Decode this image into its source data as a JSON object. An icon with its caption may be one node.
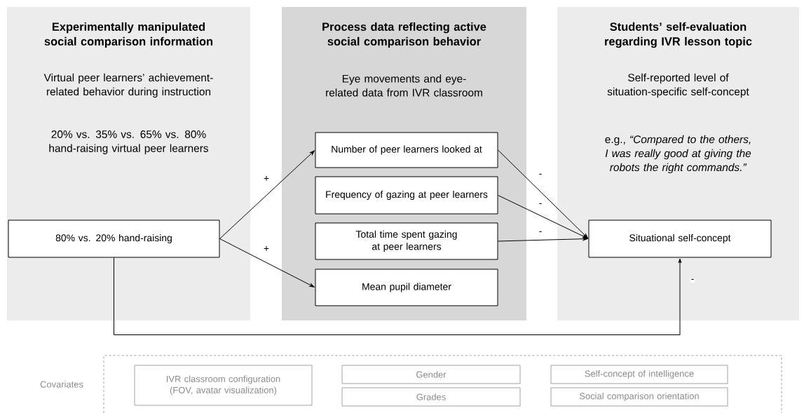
{
  "diagram": {
    "nodes": [
      {
        "text": [
          "Experimentally manipulated social comparison information",
          "Virtual peer learners’ achievement-related behavior during instruction",
          "20% vs. 35% vs. 65% vs. 80% hand-raising virtual peer learners"
        ]
      },
      {
        "text": [
          "Process data reflecting active social comparison behavior",
          "Eye movements and eye-related data from IVR classroom"
        ]
      },
      {
        "text": [
          "Students’ self-evaluation regarding IVR lesson topic",
          "Self-reported level of situation-specific self-concept",
          "e.g., *“Compared to the others, I was really good at giving the robots the right commands.”*"
        ]
      },
      {
        "text": [
          "80% vs. 20% hand-raising"
        ],
        "in": 0
      },
      {
        "text": [
          "Number of peer learners looked at"
        ],
        "in": 1
      },
      {
        "text": [
          "Frequency of gazing at peer learners"
        ],
        "in": 1
      },
      {
        "text": [
          "Total time spent gazing at peer learners"
        ],
        "in": 1
      },
      {
        "text": [
          "Mean pupil diameter"
        ],
        "in": 1
      },
      {
        "text": [
          "Situational self-concept"
        ],
        "in": 2
      },
      {
        "text": [
          "Covariates"
        ]
      },
      {
        "text": [
          "IVR classroom configuration (FOV, avatar visualization)"
        ],
        "in": 9
      },
      {
        "text": [
          "Gender"
        ],
        "in": 9
      },
      {
        "text": [
          "Grades"
        ],
        "in": 9
      },
      {
        "text": [
          "Self-concept of intelligence"
        ],
        "in": 9
      },
      {
        "text": [
          "Social comparison orientation"
        ],
        "in": 9
      }
    ],
    "edges": [
      {
        "from": 3,
        "to": 4,
        "arrow": "to",
        "label": "+"
      },
      {
        "from": 3,
        "to": 7,
        "arrow": "to",
        "label": "+"
      },
      {
        "from": 4,
        "to": 8,
        "arrow": "to",
        "label": "-"
      },
      {
        "from": 5,
        "to": 8,
        "arrow": "to",
        "label": "-"
      },
      {
        "from": 6,
        "to": 8,
        "arrow": "to",
        "label": "-"
      },
      {
        "from": 3,
        "to": 8,
        "arrow": "to",
        "label": "-"
      }
    ]
  }
}
